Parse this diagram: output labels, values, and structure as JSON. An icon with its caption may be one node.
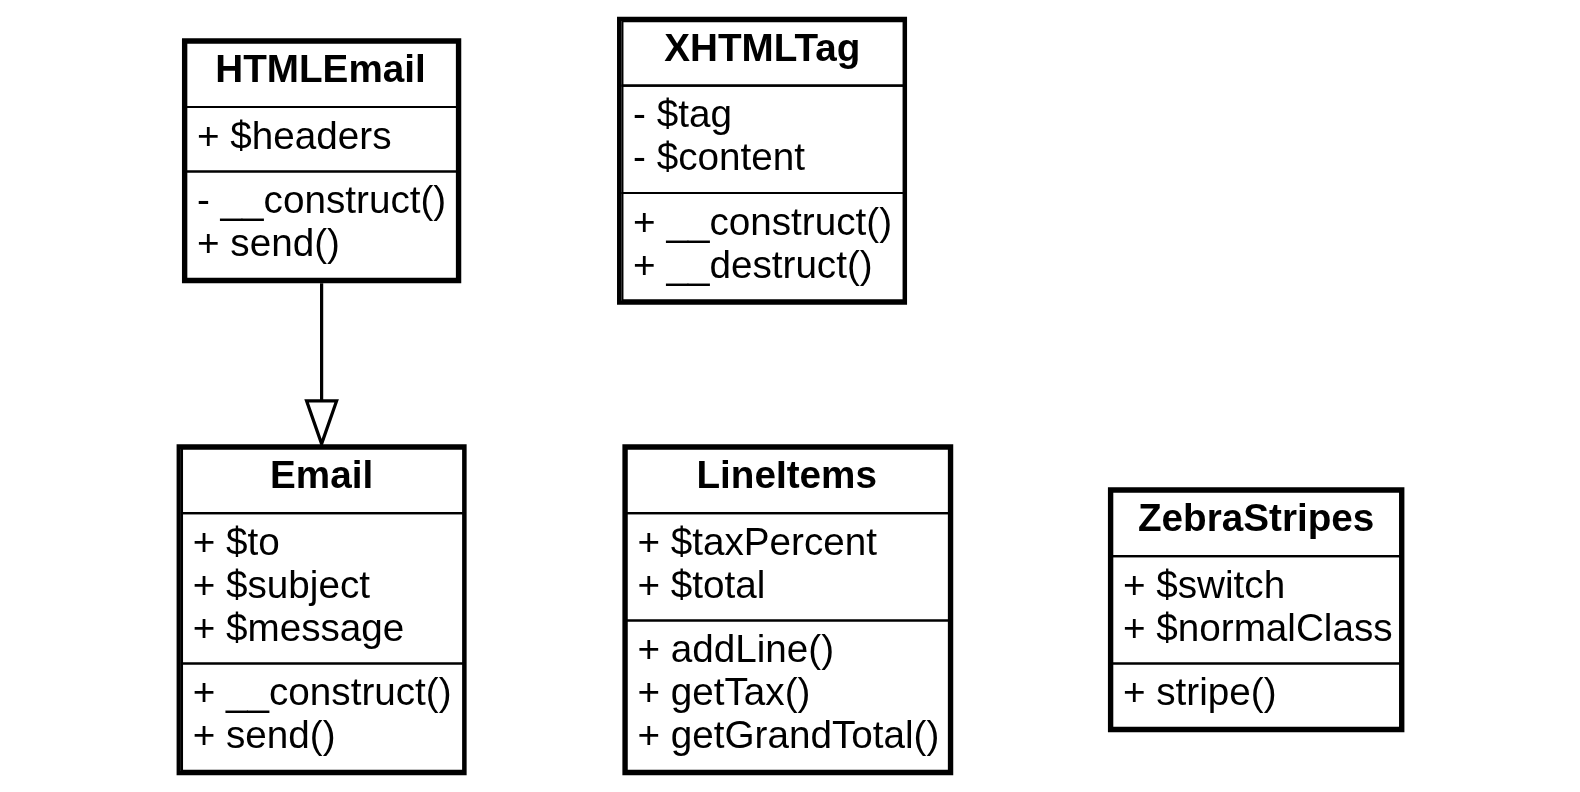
{
  "diagram": {
    "nodes": [
      {
        "text": [
          "Email",
          "+ $to",
          "+ $subject",
          "+ $message",
          "+ __construct()",
          "+ send()"
        ]
      },
      {
        "text": [
          "LineItems",
          "+ $taxPercent",
          "+ $total",
          "+ addLine()",
          "+ getTax()",
          "+ getGrandTotal()"
        ]
      },
      {
        "text": [
          "ZebraStripes",
          "+ $switch",
          "+ $normalClass",
          "+ stripe()"
        ]
      },
      {
        "text": [
          "HTMLEmail",
          "+ $headers",
          "- __construct()",
          "+ send()"
        ]
      },
      {
        "text": [
          "XHTMLTag",
          "- $tag",
          "- $content",
          "+ __construct()",
          "+ __destruct()"
        ]
      }
    ],
    "edges": [
      {
        "from": 3,
        "to": 0,
        "arrow": "to"
      }
    ]
  }
}
